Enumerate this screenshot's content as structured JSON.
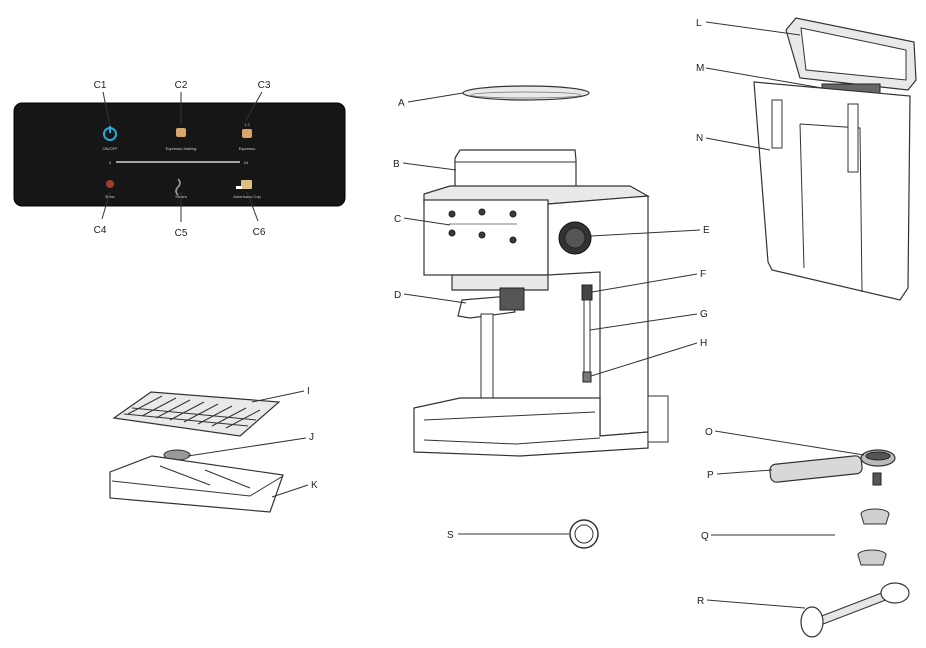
{
  "panel": {
    "callouts": {
      "c1": "C1",
      "c2": "C2",
      "c3": "C3",
      "c4": "C4",
      "c5": "C5",
      "c6": "C6"
    },
    "scale": {
      "min": "0",
      "max": "24"
    },
    "button_captions": [
      "ON/OFF",
      "Espresso Making",
      "Espresso",
      "Brew",
      "Steam",
      "Americano Cup"
    ],
    "cup_marks": "1  2"
  },
  "parts": {
    "a": "A",
    "b": "B",
    "c": "C",
    "d": "D",
    "e": "E",
    "f": "F",
    "g": "G",
    "h": "H",
    "i": "I",
    "j": "J",
    "k": "K",
    "l": "L",
    "m": "M",
    "n": "N",
    "o": "O",
    "p": "P",
    "q": "Q",
    "r": "R",
    "s": "S"
  },
  "colors": {
    "panel_bg": "#161616",
    "power_accent": "#2aa8d8",
    "line": "#333333"
  }
}
